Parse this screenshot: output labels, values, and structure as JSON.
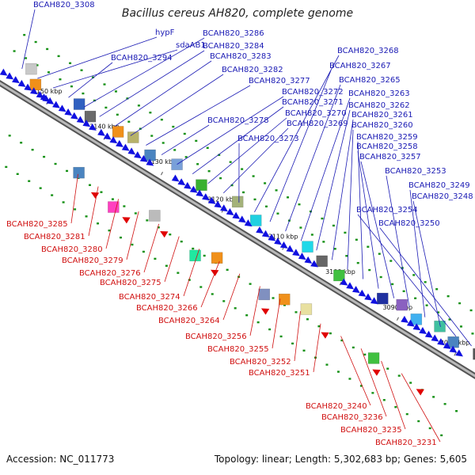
{
  "title": "Bacillus cereus AH820, complete genome",
  "footer": {
    "accession": "Accession: NC_011773",
    "topology": "Topology: linear; Length: 5,302,683 bp; Genes: 5,605"
  },
  "colors": {
    "backbone": "#7a7a7a",
    "forward_strand": "#1010e0",
    "reverse_strand": "#e00000",
    "forward_label": "#1a1ab4",
    "reverse_label": "#d01010",
    "spacer": "#169116"
  },
  "ticks": [
    "3150 kbp",
    "3140 kbp",
    "3130 kbp",
    "3120 kbp",
    "3110 kbp",
    "3100 kbp",
    "3090 kbp",
    "3080 kbp"
  ],
  "top_labels": [
    "BCAH820_3308",
    "hypF",
    "sdaAB1",
    "BCAH820_3294",
    "BCAH820_3286",
    "BCAH820_3284",
    "BCAH820_3283",
    "BCAH820_3282",
    "BCAH820_3277",
    "BCAH820_3278",
    "BCAH820_3272",
    "BCAH820_3271",
    "BCAH820_3270",
    "BCAH820_3269",
    "BCAH820_3273",
    "BCAH820_3268",
    "BCAH820_3267",
    "BCAH820_3265",
    "BCAH820_3263",
    "BCAH820_3262",
    "BCAH820_3261",
    "BCAH820_3260",
    "BCAH820_3259",
    "BCAH820_3258",
    "BCAH820_3257",
    "BCAH820_3253",
    "BCAH820_3249",
    "BCAH820_3248",
    "BCAH820_3254",
    "BCAH820_3250"
  ],
  "bottom_labels": [
    "BCAH820_3285",
    "BCAH820_3281",
    "BCAH820_3280",
    "BCAH820_3279",
    "BCAH820_3276",
    "BCAH820_3275",
    "BCAH820_3274",
    "BCAH820_3266",
    "BCAH820_3264",
    "BCAH820_3256",
    "BCAH820_3255",
    "BCAH820_3252",
    "BCAH820_3251",
    "BCAH820_3240",
    "BCAH820_3236",
    "BCAH820_3235",
    "BCAH820_3231"
  ]
}
